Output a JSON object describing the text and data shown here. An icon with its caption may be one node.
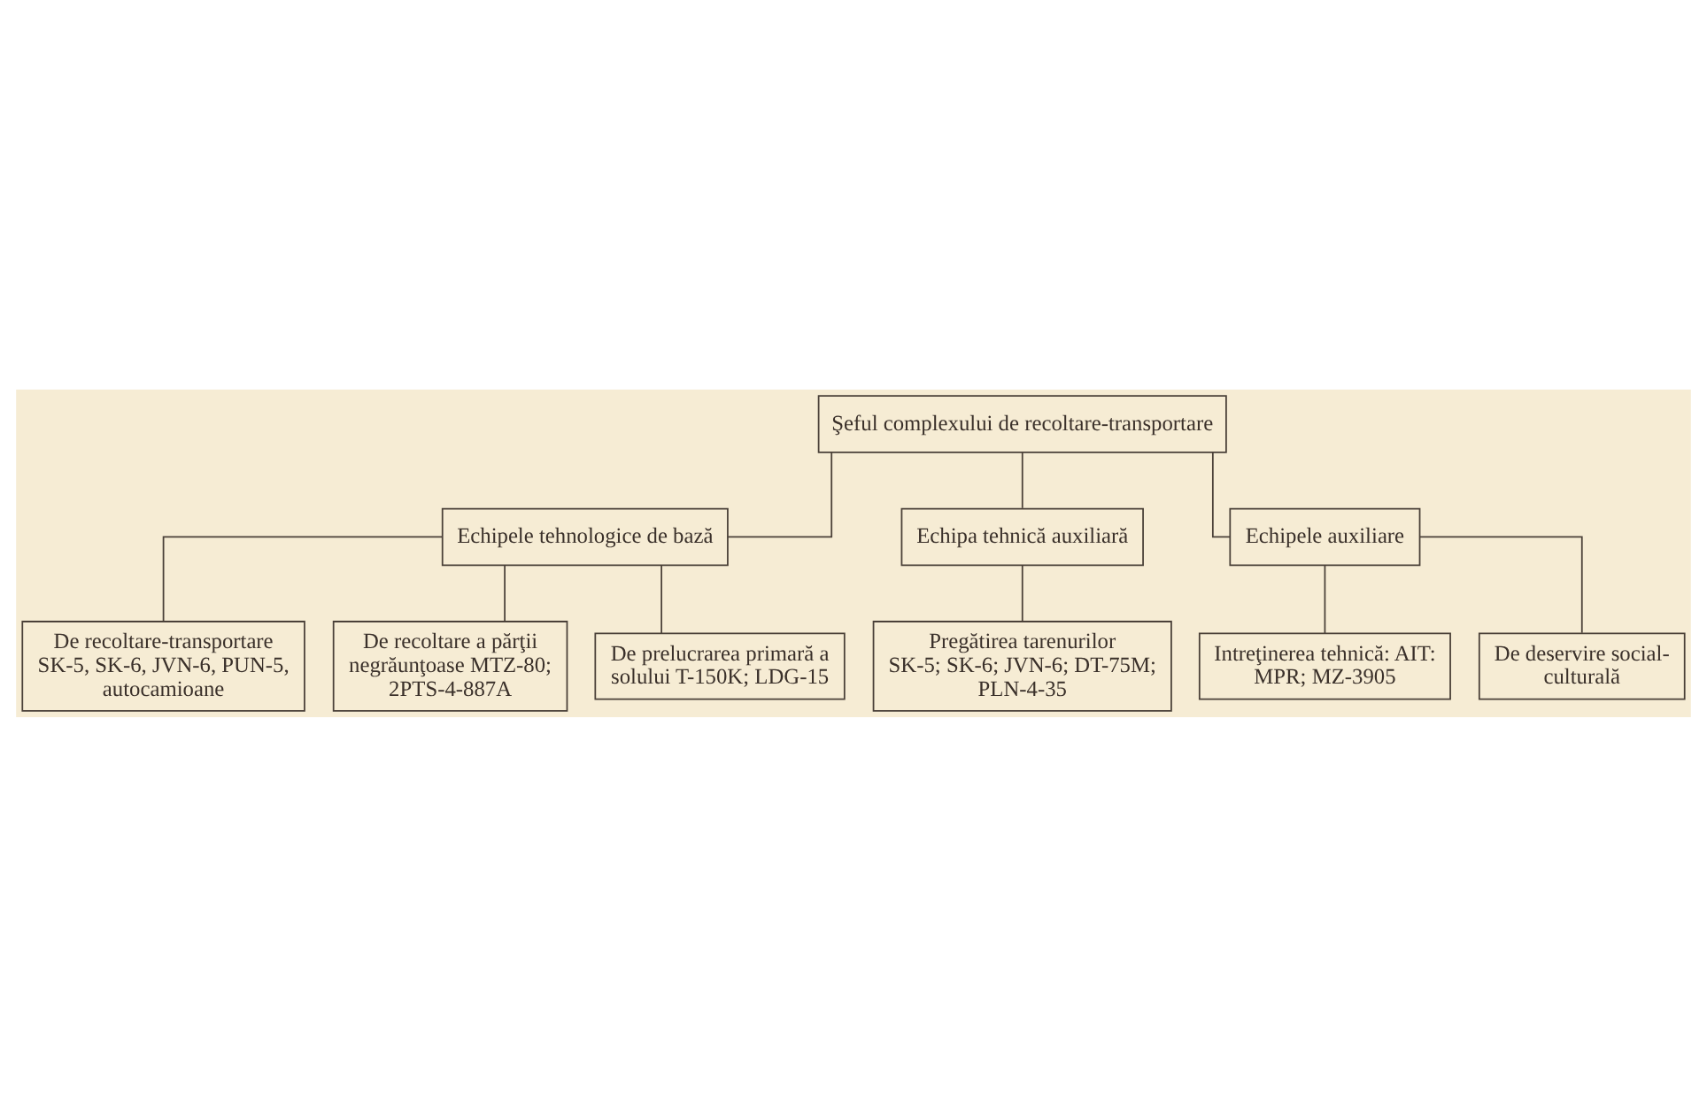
{
  "diagram": {
    "nodes": [
      {
        "text": [
          "Şeful complexului de recoltare-transportare"
        ]
      },
      {
        "text": [
          "Echipele tehnologice de bază"
        ]
      },
      {
        "text": [
          "Echipa tehnică auxiliară"
        ]
      },
      {
        "text": [
          "Echipele auxiliare"
        ]
      },
      {
        "text": [
          "De recoltare-transportare SK-5, SK-6, JVN-6, PUN-5, autocamioane"
        ]
      },
      {
        "text": [
          "De recoltare a părţii negrăunţoase MTZ-80; 2PTS-4-887A"
        ]
      },
      {
        "text": [
          "De prelucrarea primară a solului T-150K; LDG-15"
        ]
      },
      {
        "text": [
          "Pregătirea tarenurilor SK-5; SK-6; JVN-6; DT-75M; PLN-4-35"
        ]
      },
      {
        "text": [
          "Intreţinerea tehnică: AIT: MPR; MZ-3905"
        ]
      },
      {
        "text": [
          "De deservire social-culturală"
        ]
      }
    ],
    "edges": [
      {
        "from": 0,
        "to": 1,
        "arrow": "none"
      },
      {
        "from": 0,
        "to": 2,
        "arrow": "none"
      },
      {
        "from": 0,
        "to": 3,
        "arrow": "none"
      },
      {
        "from": 1,
        "to": 4,
        "arrow": "none"
      },
      {
        "from": 1,
        "to": 5,
        "arrow": "none"
      },
      {
        "from": 1,
        "to": 6,
        "arrow": "none"
      },
      {
        "from": 2,
        "to": 7,
        "arrow": "none"
      },
      {
        "from": 3,
        "to": 8,
        "arrow": "none"
      },
      {
        "from": 3,
        "to": 9,
        "arrow": "none"
      }
    ]
  }
}
